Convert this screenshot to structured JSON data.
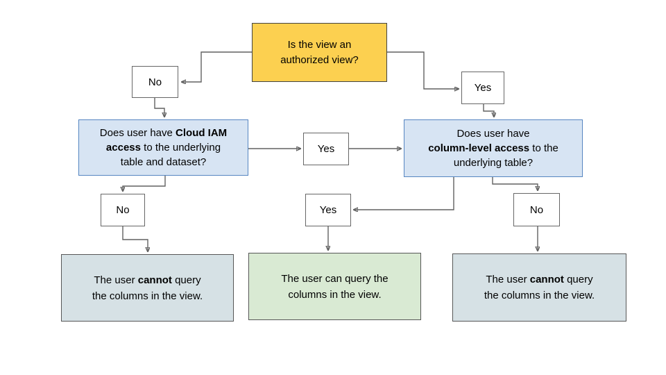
{
  "nodes": {
    "root": {
      "line1": "Is the view an",
      "line2": "authorized view?"
    },
    "no_top": {
      "label": "No"
    },
    "yes_top": {
      "label": "Yes"
    },
    "q_iam": {
      "seg1": "Does user have ",
      "bold1": "Cloud IAM",
      "bold2": "access",
      "seg2": " to the underlying",
      "line3": "table and dataset?"
    },
    "yes_mid": {
      "label": "Yes"
    },
    "q_col": {
      "line1": "Does user have",
      "bold1": "column-level access",
      "seg2": " to the",
      "line3": "underlying table?"
    },
    "no_left": {
      "label": "No"
    },
    "yes_center": {
      "label": "Yes"
    },
    "no_right": {
      "label": "No"
    },
    "result_cannot_left": {
      "seg1": "The user ",
      "bold1": "cannot",
      "seg2": " query",
      "line2": "the columns in the view."
    },
    "result_can": {
      "line1": "The user can query the",
      "line2": "columns in the view."
    },
    "result_cannot_right": {
      "seg1": "The user ",
      "bold1": "cannot",
      "seg2": " query",
      "line2": "the columns in the view."
    }
  },
  "colors": {
    "root_fill": "#fcd050",
    "root_border": "#424242",
    "question_fill": "#d7e4f3",
    "question_border": "#5585c1",
    "label_fill": "#ffffff",
    "label_border": "#666666",
    "cannot_fill": "#d6e1e5",
    "can_fill": "#d9ead3",
    "result_border": "#565656",
    "connector": "#616161"
  }
}
